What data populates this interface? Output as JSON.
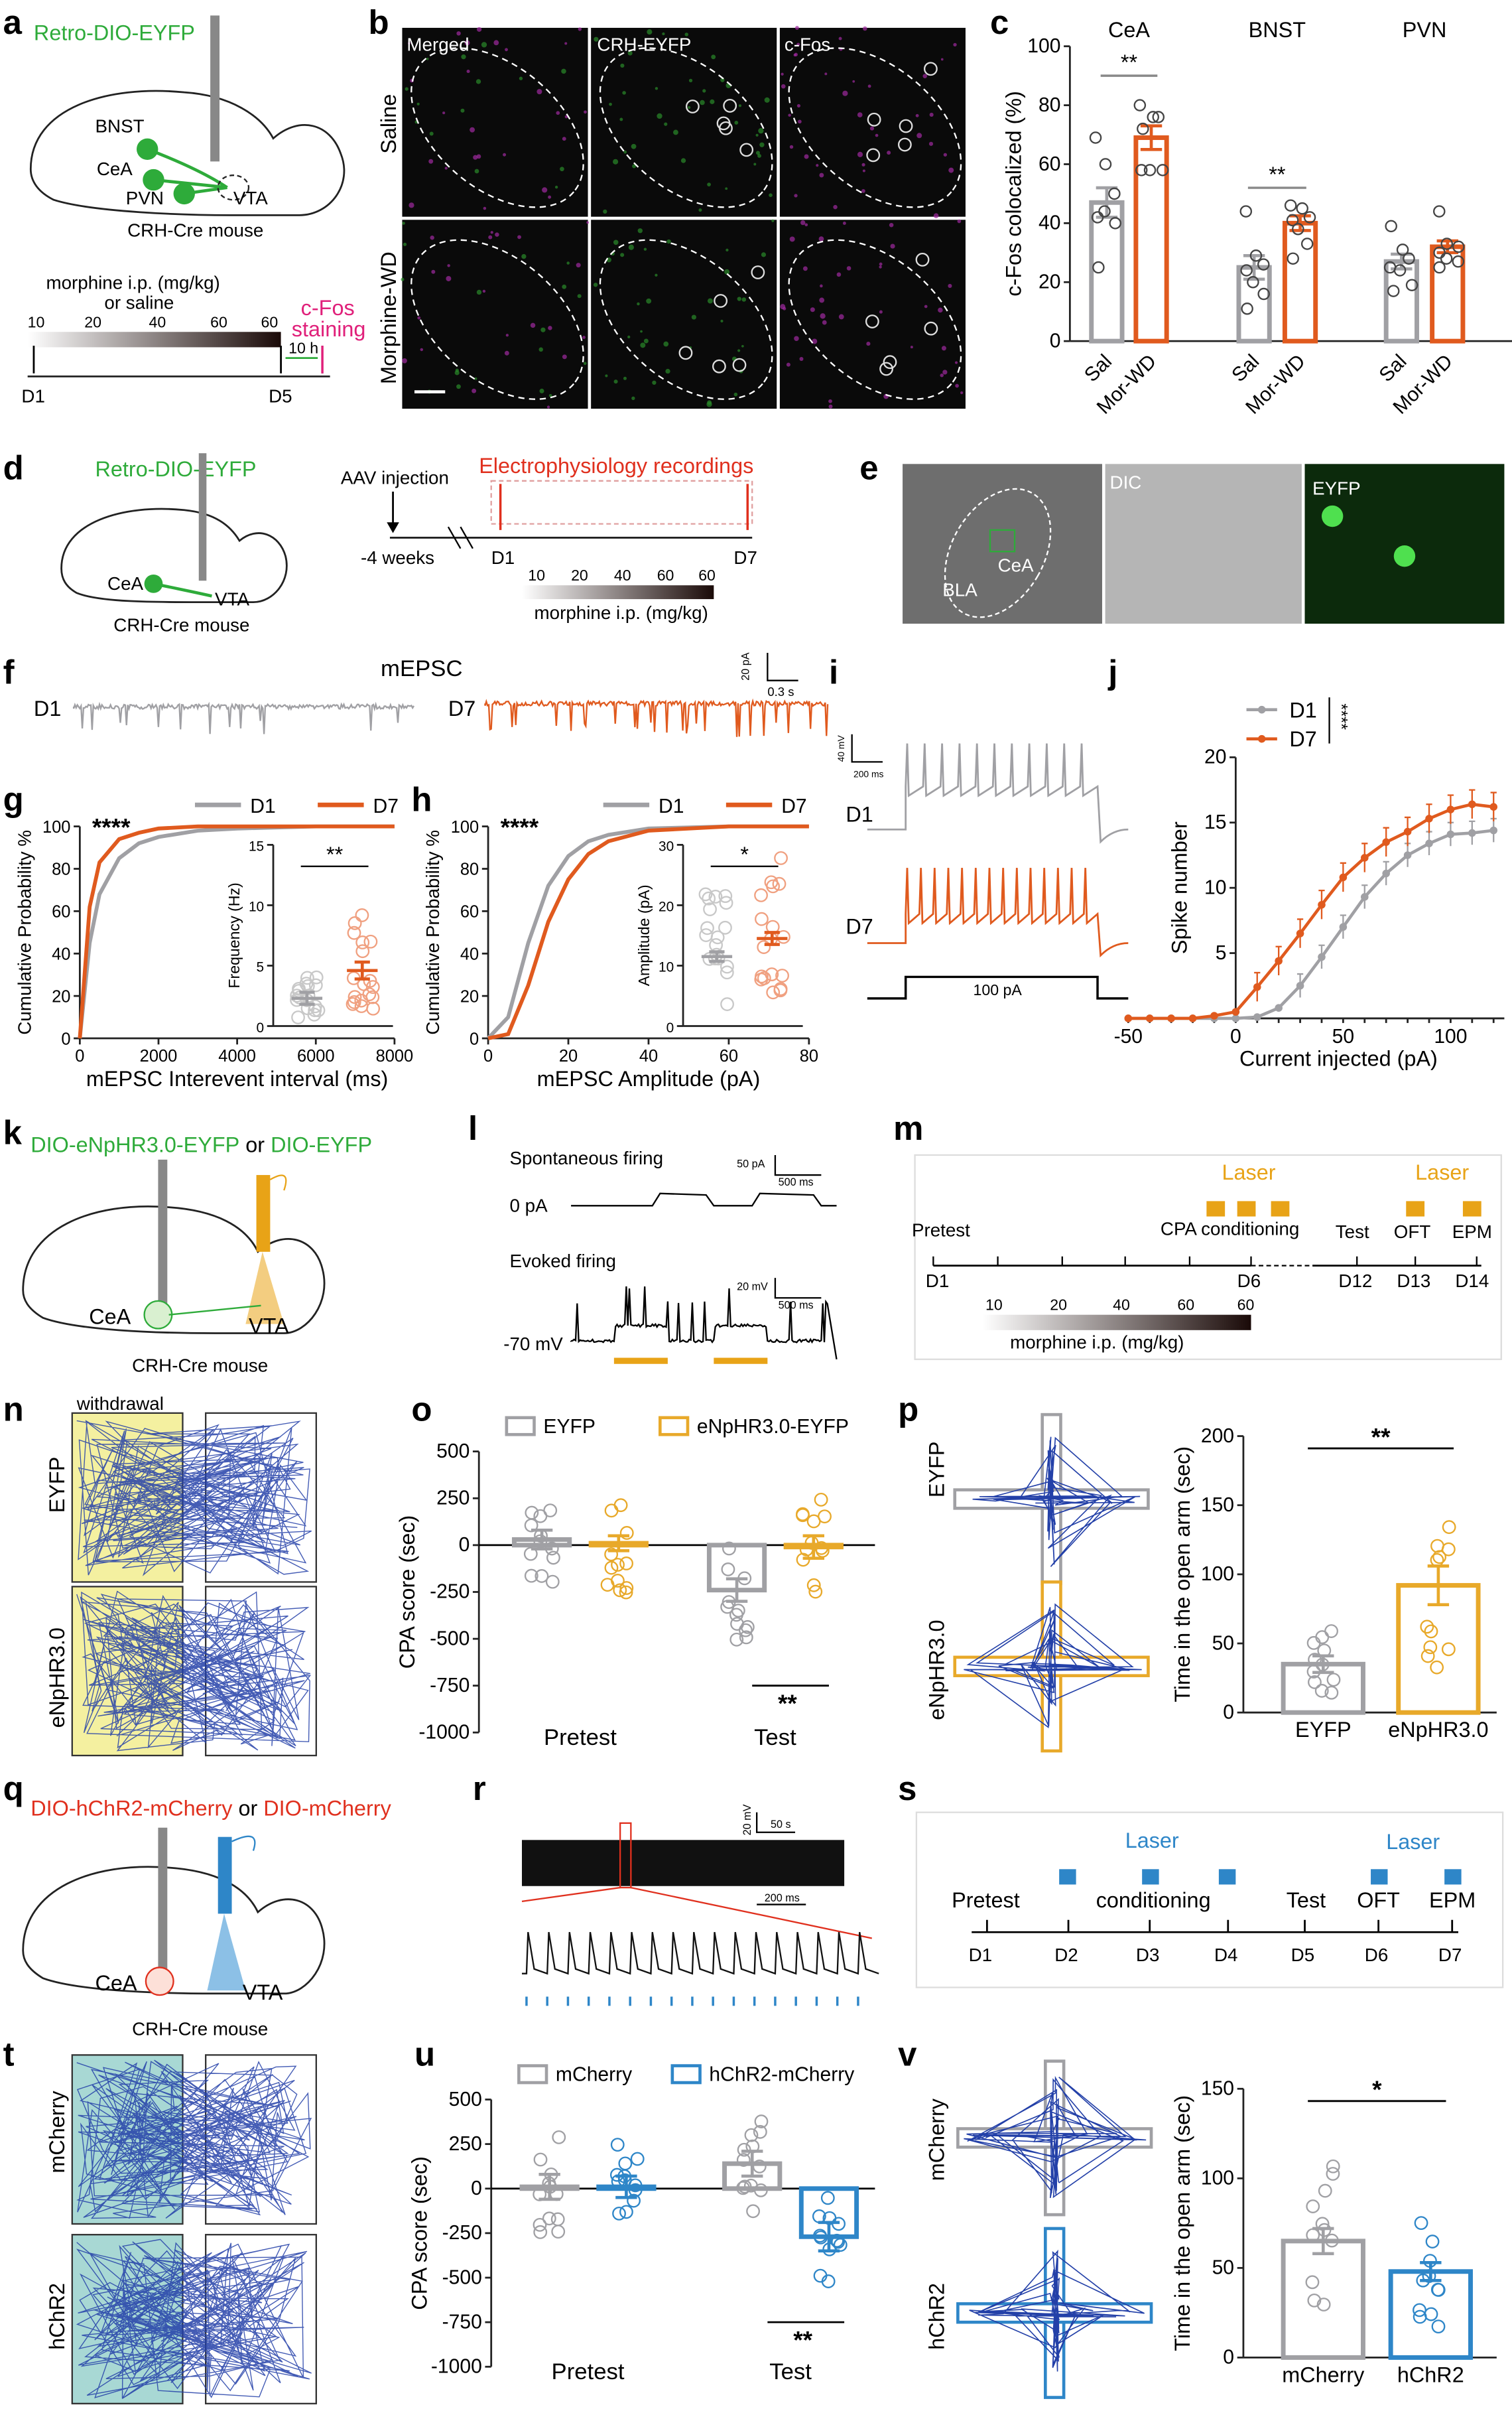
{
  "colors": {
    "d1": "#a0a0a4",
    "d7": "#e05a1e",
    "eyfp": "#a0a0a4",
    "enphr": "#e8a92a",
    "mcherry": "#a0a0a4",
    "hchr2": "#2e86c8",
    "virus_green": "#2eab3a",
    "virus_red": "#e0301e",
    "cfos": "#e0207a"
  },
  "panel_labels": [
    "a",
    "b",
    "c",
    "d",
    "e",
    "f",
    "g",
    "h",
    "i",
    "j",
    "k",
    "l",
    "m",
    "n",
    "o",
    "p",
    "q",
    "r",
    "s",
    "t",
    "u",
    "v"
  ],
  "a": {
    "virus": "Retro-DIO-EYFP",
    "regions": [
      "BNST",
      "CeA",
      "PVN",
      "VTA"
    ],
    "mouse": "CRH-Cre  mouse",
    "dose_title": "morphine i.p. (mg/kg)",
    "dose_sub": "or saline",
    "doses": [
      "10",
      "20",
      "40",
      "60",
      "60"
    ],
    "cfos": [
      "c-Fos",
      "staining"
    ],
    "interval": "10 h",
    "days": [
      "D1",
      "D5"
    ]
  },
  "b": {
    "columns": [
      "Merged",
      "CRH-EYFP",
      "c-Fos"
    ],
    "rows": [
      "Saline",
      "Morphine-WD"
    ]
  },
  "d": {
    "virus": "Retro-DIO-EYFP",
    "regions": [
      "CeA",
      "VTA"
    ],
    "mouse": "CRH-Cre  mouse",
    "aav": "AAV injection",
    "weeks": "-4 weeks",
    "days": [
      "D1",
      "D7"
    ],
    "ephys": "Electrophysiology recordings",
    "doses": [
      "10",
      "20",
      "40",
      "60",
      "60"
    ],
    "dose_title": "morphine i.p. (mg/kg)"
  },
  "e": {
    "labels": [
      "BLA",
      "CeA",
      "DIC",
      "EYFP"
    ]
  },
  "f": {
    "title": "mEPSC",
    "rows": [
      "D1",
      "D7"
    ],
    "scale": [
      "20 pA",
      "0.3 s"
    ]
  },
  "i": {
    "rows": [
      "D1",
      "D7"
    ],
    "scale": [
      "40 mV",
      "200 ms"
    ],
    "step": "100 pA"
  },
  "k": {
    "virus1": "DIO-eNpHR3.0-EYFP",
    "or": "or",
    "virus2": "DIO-EYFP",
    "regions": [
      "CeA",
      "VTA"
    ],
    "mouse": "CRH-Cre  mouse"
  },
  "l": {
    "spont": "Spontaneous firing",
    "zero": "0 pA",
    "scale1": [
      "50 pA",
      "500 ms"
    ],
    "evoked": "Evoked firing",
    "scale2": [
      "20 mV",
      "500 ms"
    ],
    "rest": "-70 mV"
  },
  "m": {
    "laser": [
      "Laser",
      "Laser"
    ],
    "phases": [
      "Pretest",
      "CPA conditioning",
      "Test",
      "OFT",
      "EPM"
    ],
    "days": [
      "D1",
      "D6",
      "D12",
      "D13",
      "D14"
    ],
    "doses": [
      "10",
      "20",
      "40",
      "60",
      "60"
    ],
    "dose_title": "morphine i.p. (mg/kg)"
  },
  "n": {
    "withdrawal": "withdrawal",
    "rows": [
      "EYFP",
      "eNpHR3.0"
    ]
  },
  "p": {
    "rows": [
      "EYFP",
      "eNpHR3.0"
    ]
  },
  "q": {
    "virus1": "DIO-hChR2-mCherry",
    "or": "or",
    "virus2": "DIO-mCherry",
    "regions": [
      "CeA",
      "VTA"
    ],
    "mouse": "CRH-Cre  mouse"
  },
  "r": {
    "scale1": [
      "20 mV",
      "50 s"
    ],
    "scale2": "200 ms"
  },
  "s": {
    "laser": [
      "Laser",
      "Laser"
    ],
    "phases": [
      "Pretest",
      "conditioning",
      "Test",
      "OFT",
      "EPM"
    ],
    "days": [
      "D1",
      "D2",
      "D3",
      "D4",
      "D5",
      "D6",
      "D7"
    ]
  },
  "t": {
    "rows": [
      "mCherry",
      "hChR2"
    ]
  },
  "v": {
    "rows": [
      "mCherry",
      "hChR2"
    ]
  },
  "chart_data": [
    {
      "id": "c",
      "type": "bar",
      "ylabel": "c-Fos colocalized (%)",
      "ylim": [
        0,
        100
      ],
      "yticks": [
        0,
        20,
        40,
        60,
        80,
        100
      ],
      "groups": [
        "CeA",
        "BNST",
        "PVN"
      ],
      "categories": [
        "Sal",
        "Mor-WD"
      ],
      "series": [
        {
          "group": "CeA",
          "name": "Sal",
          "mean": 47,
          "sem": 5,
          "points": [
            69,
            60,
            50,
            42,
            44,
            40,
            25
          ]
        },
        {
          "group": "CeA",
          "name": "Mor-WD",
          "mean": 69,
          "sem": 4,
          "points": [
            80,
            76,
            76,
            72,
            58,
            58,
            58
          ]
        },
        {
          "group": "BNST",
          "name": "Sal",
          "mean": 25,
          "sem": 4,
          "points": [
            44,
            29,
            26,
            24,
            20,
            16,
            11
          ]
        },
        {
          "group": "BNST",
          "name": "Mor-WD",
          "mean": 40,
          "sem": 2.5,
          "points": [
            46,
            45,
            42,
            41,
            38,
            33,
            28
          ]
        },
        {
          "group": "PVN",
          "name": "Sal",
          "mean": 27,
          "sem": 2.5,
          "points": [
            39,
            31,
            28,
            25,
            24,
            19,
            17
          ]
        },
        {
          "group": "PVN",
          "name": "Mor-WD",
          "mean": 32,
          "sem": 2,
          "points": [
            44,
            33,
            32,
            30,
            28,
            27,
            25
          ]
        }
      ],
      "significance": [
        {
          "group": "CeA",
          "label": "**"
        },
        {
          "group": "BNST",
          "label": "**"
        }
      ]
    },
    {
      "id": "g",
      "type": "line",
      "ylabel": "Cumulative Probability %",
      "xlabel": "mEPSC Interevent interval (ms)",
      "xlim": [
        0,
        8000
      ],
      "ylim": [
        0,
        100
      ],
      "xticks": [
        0,
        2000,
        4000,
        6000,
        8000
      ],
      "yticks": [
        0,
        20,
        40,
        60,
        80,
        100
      ],
      "significance": "****",
      "x": [
        0,
        250,
        500,
        1000,
        1500,
        2000,
        3000,
        4000,
        6000,
        8000
      ],
      "series": [
        {
          "name": "D1",
          "values": [
            0,
            45,
            68,
            85,
            92,
            95,
            98,
            99,
            100,
            100
          ]
        },
        {
          "name": "D7",
          "values": [
            0,
            62,
            83,
            94,
            97,
            99,
            100,
            100,
            100,
            100
          ]
        }
      ],
      "inset": {
        "type": "bar",
        "ylabel": "Frequency (Hz)",
        "ylim": [
          0,
          15
        ],
        "yticks": [
          0,
          5,
          10,
          15
        ],
        "significance": "**",
        "bars": [
          {
            "name": "D1",
            "mean": 2.3,
            "sem": 0.5
          },
          {
            "name": "D7",
            "mean": 4.6,
            "sem": 0.7
          }
        ]
      }
    },
    {
      "id": "h",
      "type": "line",
      "ylabel": "Cumulative Probability %",
      "xlabel": "mEPSC Amplitude (pA)",
      "xlim": [
        0,
        80
      ],
      "ylim": [
        0,
        100
      ],
      "xticks": [
        0,
        20,
        40,
        60,
        80
      ],
      "yticks": [
        0,
        20,
        40,
        60,
        80,
        100
      ],
      "significance": "****",
      "x": [
        0,
        5,
        10,
        15,
        20,
        25,
        30,
        40,
        60,
        80
      ],
      "series": [
        {
          "name": "D1",
          "values": [
            0,
            10,
            45,
            72,
            86,
            93,
            96,
            99,
            100,
            100
          ]
        },
        {
          "name": "D7",
          "values": [
            0,
            2,
            25,
            55,
            75,
            87,
            93,
            98,
            100,
            100
          ]
        }
      ],
      "inset": {
        "type": "bar",
        "ylabel": "Amplitude (pA)",
        "ylim": [
          0,
          30
        ],
        "yticks": [
          0,
          10,
          20,
          30
        ],
        "significance": "*",
        "bars": [
          {
            "name": "D1",
            "mean": 11.5,
            "sem": 0.8
          },
          {
            "name": "D7",
            "mean": 14.5,
            "sem": 1
          }
        ]
      }
    },
    {
      "id": "j",
      "type": "line",
      "ylabel": "Spike number",
      "xlabel": "Current injected (pA)",
      "xlim": [
        -50,
        120
      ],
      "ylim": [
        0,
        20
      ],
      "xticks": [
        -50,
        0,
        50,
        100
      ],
      "yticks": [
        5,
        10,
        15,
        20
      ],
      "significance": "****",
      "x": [
        -50,
        -40,
        -30,
        -20,
        -10,
        0,
        10,
        20,
        30,
        40,
        50,
        60,
        70,
        80,
        90,
        100,
        110,
        120
      ],
      "series": [
        {
          "name": "D1",
          "values": [
            0,
            0,
            0,
            0,
            0,
            0,
            0.1,
            0.8,
            2.5,
            4.7,
            7,
            9.3,
            11.1,
            12.5,
            13.4,
            14.1,
            14.2,
            14.4
          ],
          "sem": 0.9
        },
        {
          "name": "D7",
          "values": [
            0,
            0,
            0,
            0,
            0.2,
            0.5,
            2.4,
            4.4,
            6.5,
            8.7,
            10.8,
            12.3,
            13.5,
            14.3,
            15.3,
            16,
            16.4,
            16.2
          ],
          "sem": 1.1
        }
      ]
    },
    {
      "id": "o",
      "type": "bar",
      "ylabel": "CPA score (sec)",
      "ylim": [
        -1000,
        500
      ],
      "yticks": [
        -1000,
        -750,
        -500,
        -250,
        0,
        250,
        500
      ],
      "groups": [
        "Pretest",
        "Test"
      ],
      "legend": [
        "EYFP",
        "eNpHR3.0-EYFP"
      ],
      "series": [
        {
          "name": "EYFP",
          "values": [
            30,
            -240
          ],
          "sem": [
            50,
            60
          ]
        },
        {
          "name": "eNpHR3.0-EYFP",
          "values": [
            10,
            -10
          ],
          "sem": [
            40,
            60
          ]
        }
      ],
      "significance": "**"
    },
    {
      "id": "p",
      "type": "bar",
      "ylabel": "Time in the open arm (sec)",
      "ylim": [
        0,
        200
      ],
      "yticks": [
        0,
        50,
        100,
        150,
        200
      ],
      "categories": [
        "EYFP",
        "eNpHR3.0"
      ],
      "values": [
        35,
        92
      ],
      "sem": [
        6,
        14
      ],
      "significance": "**"
    },
    {
      "id": "u",
      "type": "bar",
      "ylabel": "CPA score (sec)",
      "ylim": [
        -1000,
        500
      ],
      "yticks": [
        -1000,
        -750,
        -500,
        -250,
        0,
        250,
        500
      ],
      "groups": [
        "Pretest",
        "Test"
      ],
      "legend": [
        "mCherry",
        "hChR2-mCherry"
      ],
      "series": [
        {
          "name": "mCherry",
          "values": [
            10,
            140
          ],
          "sem": [
            70,
            70
          ]
        },
        {
          "name": "hChR2-mCherry",
          "values": [
            10,
            -270
          ],
          "sem": [
            60,
            80
          ]
        }
      ],
      "significance": "**"
    },
    {
      "id": "v",
      "type": "bar",
      "ylabel": "Time in the open arm (sec)",
      "ylim": [
        0,
        150
      ],
      "yticks": [
        0,
        50,
        100,
        150
      ],
      "categories": [
        "mCherry",
        "hChR2"
      ],
      "values": [
        65,
        48
      ],
      "sem": [
        7,
        5
      ],
      "significance": "*"
    }
  ]
}
